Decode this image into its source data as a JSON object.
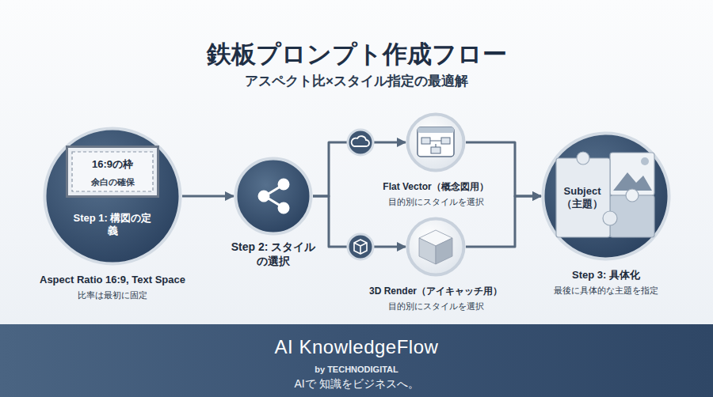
{
  "diagram": {
    "title": "鉄板プロンプト作成フロー",
    "nodes": [
      {
        "text": [
          "Step 1: 構図の定義",
          "Aspect Ratio 16:9, Text Space",
          "比率は最初に固定"
        ]
      },
      {
        "text": [
          "16:9の枠",
          "余白の確保"
        ],
        "in": 0
      },
      {
        "text": [
          "Step 2: スタイルの選択"
        ]
      },
      {
        "text": [
          "Flat Vector（概念図用）",
          "目的別にスタイルを選択"
        ]
      },
      {
        "text": [
          "3D Render（アイキャッチ用）",
          "目的別にスタイルを選択"
        ]
      },
      {
        "text": [
          "Subject （主題）",
          "Step 3: 具体化",
          "最後に具体的な主題を指定"
        ]
      },
      {
        "text": [
          "AI KnowledgeFlow",
          "by TECHNODIGITAL",
          "AIで 知識をビジネスへ。"
        ]
      }
    ],
    "edges": [
      {
        "from": 0,
        "to": 2,
        "arrow": "to"
      },
      {
        "from": 2,
        "to": 3,
        "arrow": "to"
      },
      {
        "from": 2,
        "to": 4,
        "arrow": "to"
      },
      {
        "from": 3,
        "to": 5,
        "arrow": "to"
      },
      {
        "from": 4,
        "to": 5,
        "arrow": "to"
      }
    ],
    "labels": [
      "アスペクト比×スタイル指定の最適解"
    ]
  }
}
